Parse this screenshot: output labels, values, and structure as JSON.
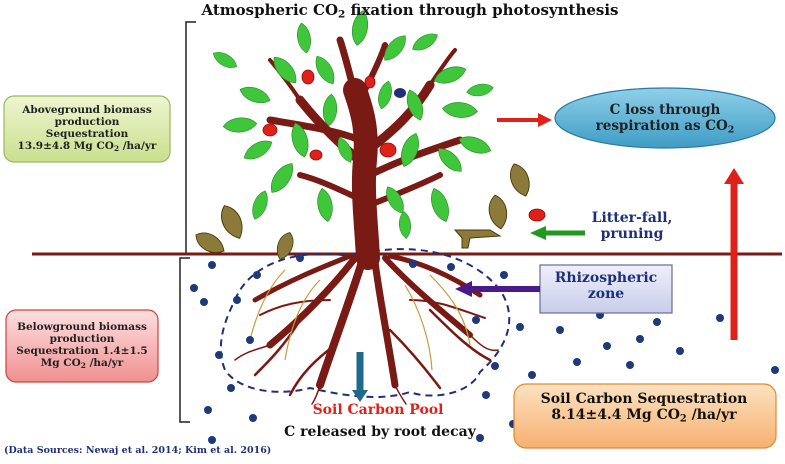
{
  "title": {
    "text": "Atmospheric CO",
    "sub": "2",
    "rest": " fixation through photosynthesis"
  },
  "aboveground": {
    "line1": "Aboveground biomass",
    "line2": "production",
    "line3": "Sequestration",
    "line4a": "13.9±4.8 Mg CO",
    "line4sub": "2",
    "line4b": " /ha/yr"
  },
  "respiration": {
    "line1": "C loss through",
    "line2a": "respiration as CO",
    "line2sub": "2"
  },
  "litter": {
    "line1": "Litter-fall,",
    "line2": "pruning"
  },
  "rhizo": {
    "line1": "Rhizospheric",
    "line2": "zone"
  },
  "belowground": {
    "line1": "Belowground biomass",
    "line2": "production",
    "line3": "Sequestration 1.4±1.5",
    "line4a": "Mg CO",
    "line4sub": "2",
    "line4b": " /ha/yr"
  },
  "soil_seq": {
    "line1": "Soil Carbon Sequestration",
    "line2a": "8.14±4.4 Mg CO",
    "line2sub": "2",
    "line2b": " /ha/yr"
  },
  "soil_pool": "Soil Carbon Pool",
  "root_decay": "C released by root decay",
  "sources": "(Data Sources: Newaj et al. 2014; Kim et al. 2016)",
  "colors": {
    "leaf": "#3fc63a",
    "trunk": "#7a1a14",
    "ground_line": "#7a1a14",
    "dead_leaf": "#8b7a3a",
    "soil_dot": "#1f3a7a",
    "arrow_red": "#e0211a",
    "arrow_green": "#1f9a1f",
    "arrow_purple": "#4a1a8a",
    "arrow_teal": "#1f6a8a",
    "box_above": "#d6e8a8",
    "box_below": "#f4b4b4",
    "box_soil": "#f8c490",
    "ellipse": "#5ab0d0"
  }
}
